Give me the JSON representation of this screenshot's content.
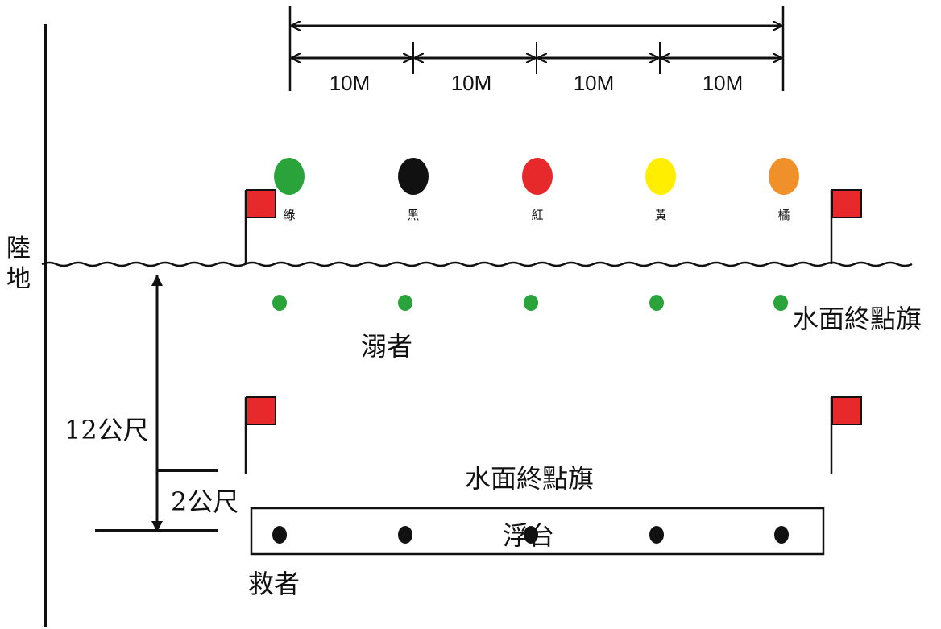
{
  "labels": {
    "land": "陸地",
    "dimension_10m": "10M",
    "victims": "溺者",
    "water_end_flag_right": "水面終點旗",
    "water_end_flag_bottom": "水面終點旗",
    "distance_12m": "12公尺",
    "distance_2m": "2公尺",
    "platform": "浮台",
    "rescuers": "救者"
  },
  "balls": [
    {
      "label": "綠",
      "color": "#2aa33a"
    },
    {
      "label": "黑",
      "color": "#111111"
    },
    {
      "label": "紅",
      "color": "#e8292b"
    },
    {
      "label": "黃",
      "color": "#ffee00"
    },
    {
      "label": "橘",
      "color": "#f0902a"
    }
  ],
  "colors": {
    "flag": "#e8292b",
    "victim_dot": "#2aa33a",
    "rescuer_dot": "#111111",
    "line": "#111111"
  },
  "icons": {
    "flag": "red-flag-icon",
    "victim": "green-dot-icon",
    "rescuer": "black-dot-icon"
  }
}
